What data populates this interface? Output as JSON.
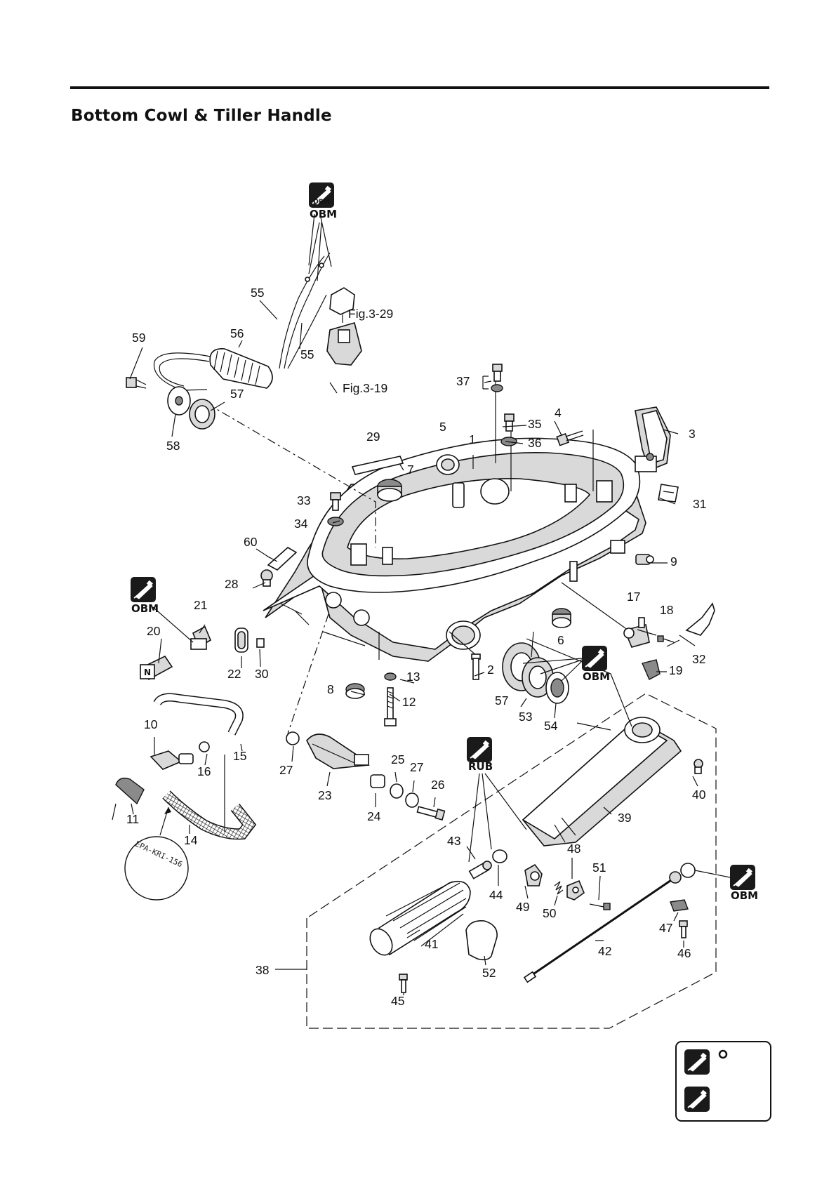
{
  "page": {
    "title": "Bottom Cowl & Tiller Handle"
  },
  "figure_refs": [
    "Fig.3-29",
    "Fig.3-19"
  ],
  "badges": {
    "obm": "OBM",
    "rub": "RUB"
  },
  "stamp": {
    "text": "EPA-KRI-156"
  },
  "parts": [
    "1",
    "2",
    "3",
    "4",
    "5",
    "6",
    "7",
    "8",
    "9",
    "10",
    "11",
    "12",
    "13",
    "14",
    "15",
    "16",
    "17",
    "18",
    "19",
    "20",
    "21",
    "22",
    "23",
    "24",
    "25",
    "26",
    "27",
    "27",
    "28",
    "29",
    "30",
    "31",
    "32",
    "33",
    "34",
    "35",
    "36",
    "37",
    "38",
    "39",
    "40",
    "41",
    "42",
    "43",
    "44",
    "45",
    "46",
    "47",
    "48",
    "49",
    "50",
    "51",
    "52",
    "53",
    "54",
    "55",
    "55",
    "56",
    "57",
    "57",
    "58",
    "59",
    "60"
  ],
  "legend": {
    "items": [
      {
        "icon": "obm-grease-icon",
        "mark": "O"
      },
      {
        "icon": "grease-gun-icon",
        "mark": ""
      }
    ]
  }
}
